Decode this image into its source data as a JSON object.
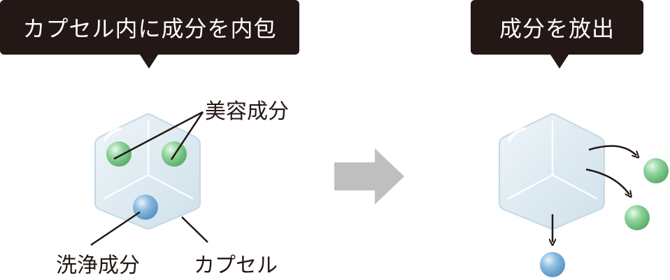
{
  "callouts": {
    "left": "カプセル内に成分を内包",
    "right": "成分を放出"
  },
  "labels": {
    "beauty_ingredient": "美容成分",
    "cleansing_ingredient": "洗浄成分",
    "capsule": "カプセル"
  },
  "colors": {
    "callout_background": "#231815",
    "callout_text": "#ffffff",
    "capsule_fill": "#dceaf2",
    "beauty_sphere": "#7cc88a",
    "cleansing_sphere": "#7fb1d8",
    "arrow": "#bfbfbf"
  },
  "icons": {
    "process_arrow": "right-arrow-icon"
  }
}
